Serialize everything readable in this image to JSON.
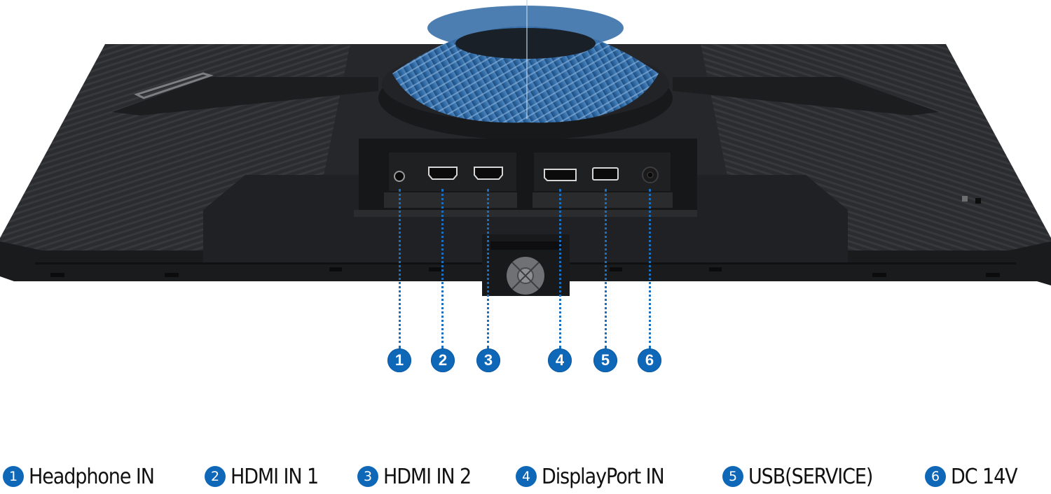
{
  "image": {
    "subject": "Rear view of a gaming monitor showing input/output ports",
    "colors": {
      "badge_blue": "#0f67b8",
      "leader_blue": "#1a6fc1",
      "body_dark": "#1e1f21",
      "stand_blue": "#2d5f94",
      "label_text": "#111111",
      "background": "#ffffff"
    }
  },
  "ports": [
    {
      "number": "1",
      "label": "Headphone IN",
      "icon": "headphone-jack-icon"
    },
    {
      "number": "2",
      "label": "HDMI IN 1",
      "icon": "hdmi-port-icon"
    },
    {
      "number": "3",
      "label": "HDMI IN 2",
      "icon": "hdmi-port-icon"
    },
    {
      "number": "4",
      "label": "DisplayPort IN",
      "icon": "displayport-icon"
    },
    {
      "number": "5",
      "label": "USB(SERVICE)",
      "icon": "usb-port-icon"
    },
    {
      "number": "6",
      "label": "DC 14V",
      "icon": "dc-power-jack-icon"
    }
  ]
}
